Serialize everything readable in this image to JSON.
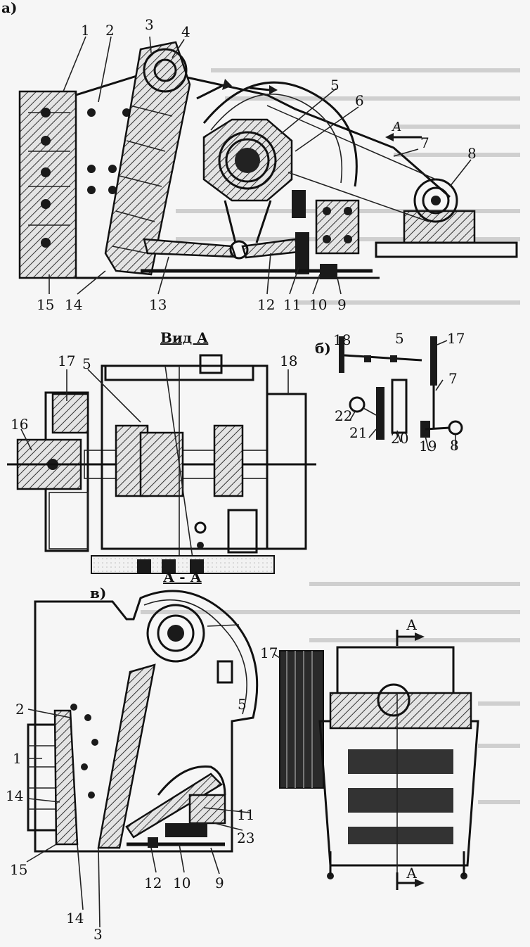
{
  "figure": {
    "part_a_label": "а)",
    "part_b_label": "б)",
    "part_v_label": "в)",
    "view_a_title": "Вид А",
    "section_title": "А - А",
    "arrow_a_label": "А",
    "section_arrow_top": "А",
    "section_arrow_bottom": "А"
  },
  "callouts_a": [
    "1",
    "2",
    "3",
    "4",
    "5",
    "6",
    "7",
    "8",
    "9",
    "10",
    "11",
    "12",
    "13",
    "14",
    "15"
  ],
  "callouts_view_a": [
    "17",
    "5",
    "18",
    "16"
  ],
  "callouts_b": [
    "18",
    "5",
    "17",
    "7",
    "22",
    "21",
    "20",
    "19",
    "8"
  ],
  "callouts_v": [
    "2",
    "5",
    "1",
    "14",
    "15",
    "11",
    "23",
    "12",
    "10",
    "9",
    "14",
    "3",
    "17"
  ]
}
